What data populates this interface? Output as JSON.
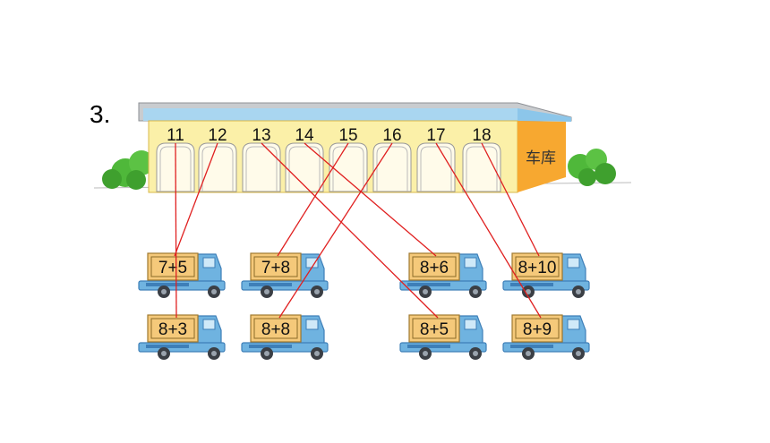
{
  "question_number": "3.",
  "garage": {
    "sign": "车库",
    "slot_numbers": [
      "11",
      "12",
      "13",
      "14",
      "15",
      "16",
      "17",
      "18"
    ]
  },
  "trucks": [
    {
      "expression": "7+5",
      "answer": "12"
    },
    {
      "expression": "7+8",
      "answer": "15"
    },
    {
      "expression": "8+6",
      "answer": "14"
    },
    {
      "expression": "8+10",
      "answer": "18"
    },
    {
      "expression": "8+3",
      "answer": "11"
    },
    {
      "expression": "8+8",
      "answer": "16"
    },
    {
      "expression": "8+5",
      "answer": "13"
    },
    {
      "expression": "8+9",
      "answer": "17"
    }
  ],
  "colors": {
    "wall": "#FBF0A8",
    "wall_trim": "#A9D6F0",
    "roof": "#C9CCCF",
    "side_wall": "#F7A830",
    "door": "#FFFBEA",
    "bush": "#4FB83A",
    "truck_body": "#6FB3E0",
    "truck_dark": "#3E7FB8",
    "cargo_box": "#F5C97A",
    "line": "#E02020"
  }
}
